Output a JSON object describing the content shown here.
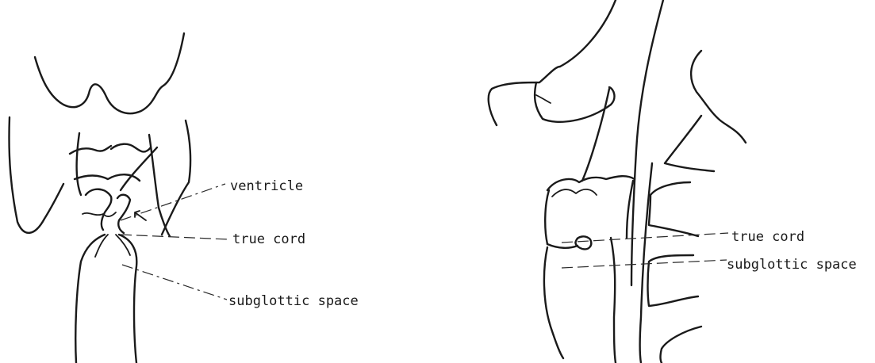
{
  "figure": {
    "left_view": {
      "labels": {
        "ventricle": "ventricle",
        "true_cord": "true cord",
        "subglottic_space": "subglottic space"
      }
    },
    "right_view": {
      "labels": {
        "true_cord": "true cord",
        "subglottic_space": "subglottic space"
      }
    }
  },
  "colors": {
    "ink": "#1a1a1a",
    "background": "#ffffff"
  }
}
